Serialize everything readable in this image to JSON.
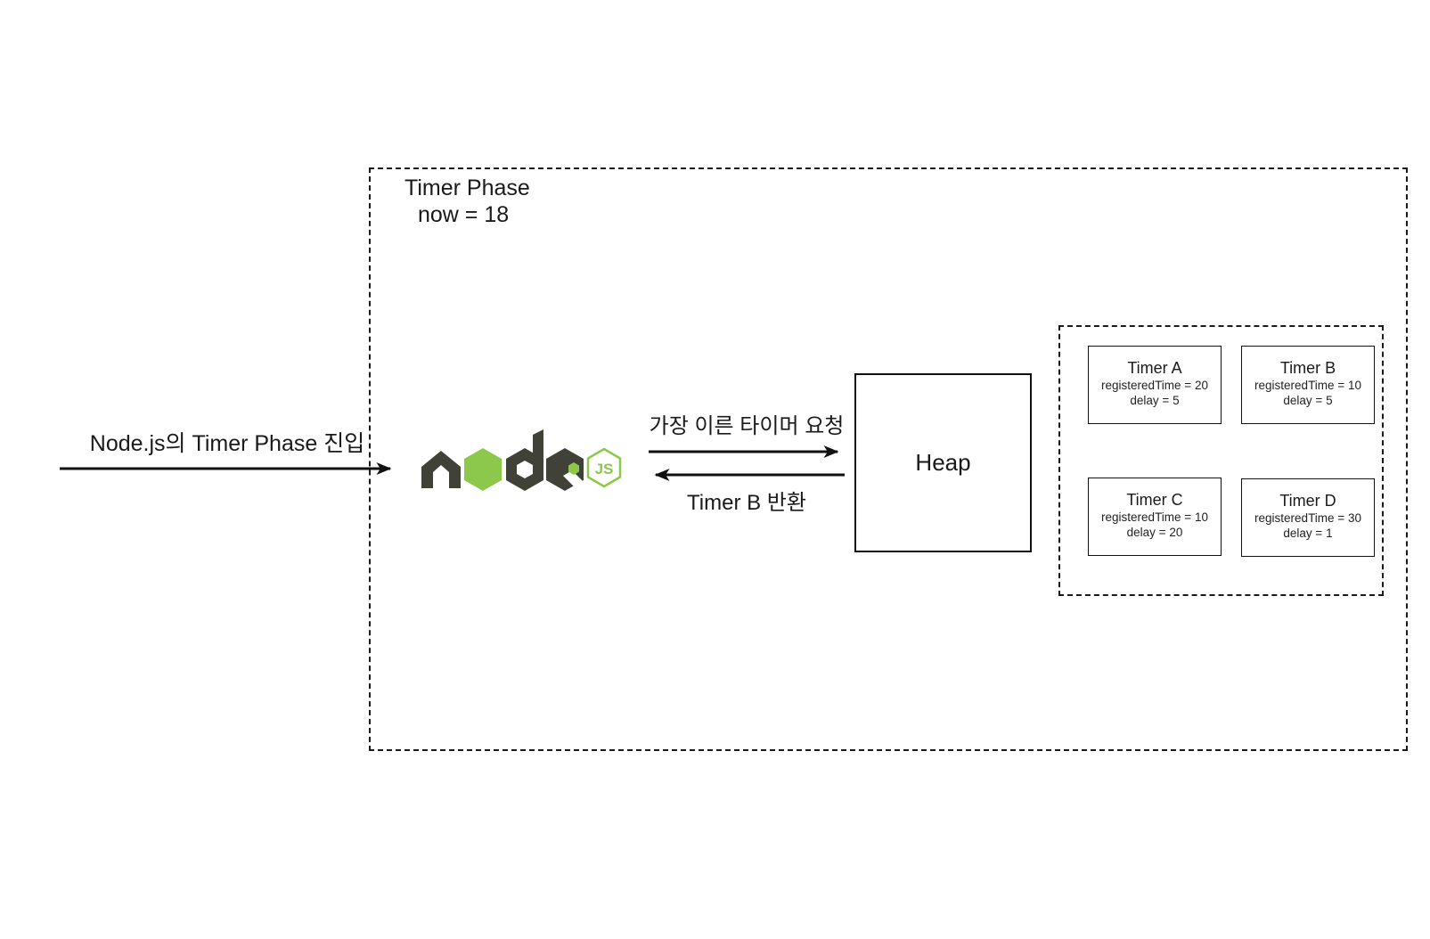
{
  "phase_box": {
    "title": "Timer Phase",
    "subtitle": "now = 18"
  },
  "arrows": {
    "entry_label": "Node.js의 Timer Phase 진입",
    "request_label": "가장 이른 타이머 요청",
    "return_label": "Timer B 반환"
  },
  "heap": {
    "label": "Heap"
  },
  "logo": {
    "icon": "nodejs-logo",
    "badge_text": "JS"
  },
  "timers": [
    {
      "name": "Timer A",
      "registered_time": "registeredTime = 20",
      "delay": "delay = 5"
    },
    {
      "name": "Timer B",
      "registered_time": "registeredTime = 10",
      "delay": "delay = 5"
    },
    {
      "name": "Timer C",
      "registered_time": "registeredTime = 10",
      "delay": "delay = 20"
    },
    {
      "name": "Timer D",
      "registered_time": "registeredTime = 30",
      "delay": "delay = 1"
    }
  ],
  "colors": {
    "line": "#111111",
    "node_green": "#8CC84B",
    "node_dark": "#404137",
    "background": "#ffffff"
  }
}
